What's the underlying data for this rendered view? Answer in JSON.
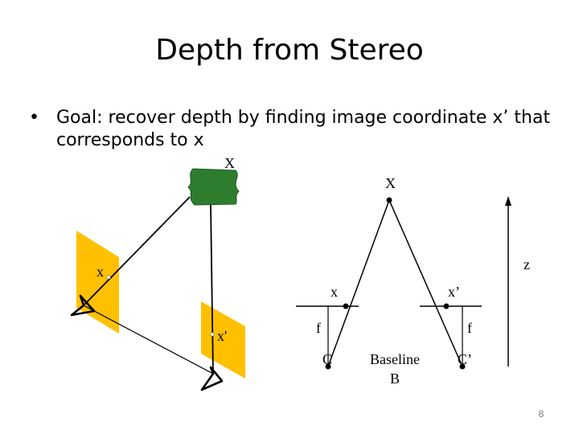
{
  "slide": {
    "title": "Depth from Stereo",
    "bullet_glyph": "•",
    "bullet_text": "Goal: recover depth by finding image coordinate x’ that corresponds to x",
    "page_number": "8"
  },
  "left_diagram": {
    "point_label": "X",
    "left_image_label": "x",
    "right_image_label": "x'"
  },
  "right_diagram": {
    "point_label": "X",
    "left_image_label": "x",
    "right_image_label": "x’",
    "left_focal_label": "f",
    "right_focal_label": "f",
    "left_center_label": "C",
    "right_center_label": "C’",
    "baseline_label": "Baseline",
    "baseline_symbol": "B",
    "depth_label": "z"
  },
  "colors": {
    "object_green": "#2e7d2e",
    "image_plane_orange": "#ffc000",
    "page_number_gray": "#7f7f7f"
  }
}
